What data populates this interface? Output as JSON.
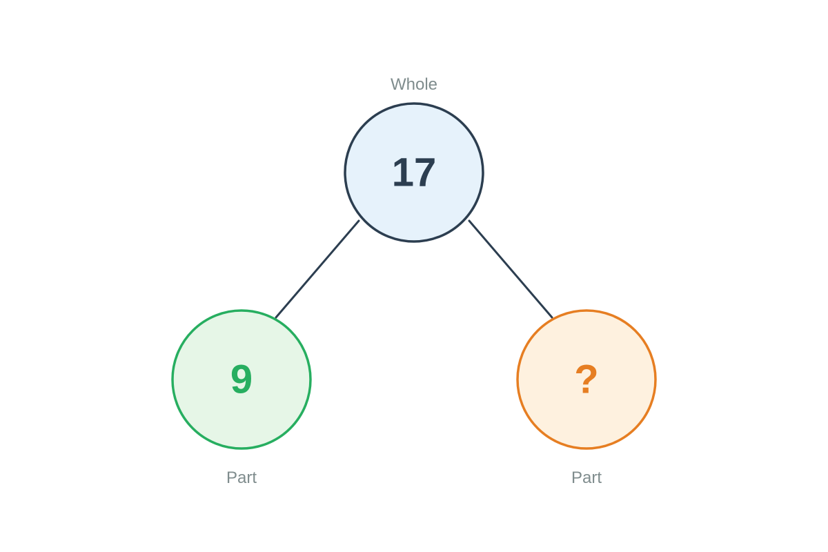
{
  "diagram": {
    "whole": {
      "label": "Whole",
      "value": "17",
      "stroke": "#2c3e50",
      "fill": "#e6f2fb",
      "text_color": "#2c3e50"
    },
    "left_part": {
      "label": "Part",
      "value": "9",
      "stroke": "#27ae60",
      "fill": "#e6f6e7",
      "text_color": "#27ae60"
    },
    "right_part": {
      "label": "Part",
      "value": "?",
      "stroke": "#e67e22",
      "fill": "#fef1df",
      "text_color": "#e67e22"
    },
    "connector_color": "#2c3e50"
  }
}
